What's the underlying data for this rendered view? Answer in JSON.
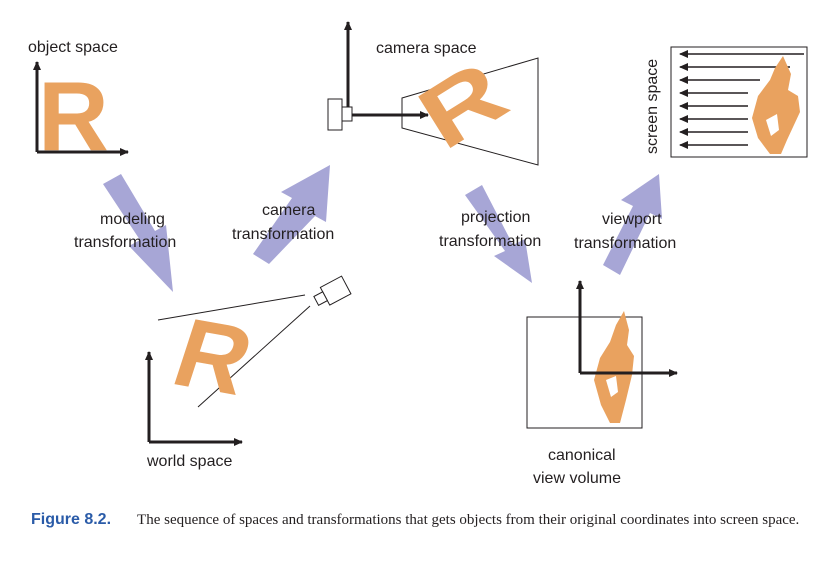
{
  "labels": {
    "object_space": "object space",
    "camera_space": "camera space",
    "screen_space": "screen space",
    "world_space": "world space",
    "canonical_line1": "canonical",
    "canonical_line2": "view volume",
    "modeling_line1": "modeling",
    "modeling_line2": "transformation",
    "camera_line1": "camera",
    "camera_line2": "transformation",
    "projection_line1": "projection",
    "projection_line2": "transformation",
    "viewport_line1": "viewport",
    "viewport_line2": "transformation"
  },
  "glyph": "R",
  "caption": {
    "label": "Figure 8.2.",
    "text": "The sequence of spaces and transformations that gets objects from their original coordinates into screen space."
  },
  "colors": {
    "letter": "#e9a25f",
    "transform_arrow": "#a7a6d6",
    "ink": "#231f20",
    "caption_label": "#2a5ba8"
  }
}
